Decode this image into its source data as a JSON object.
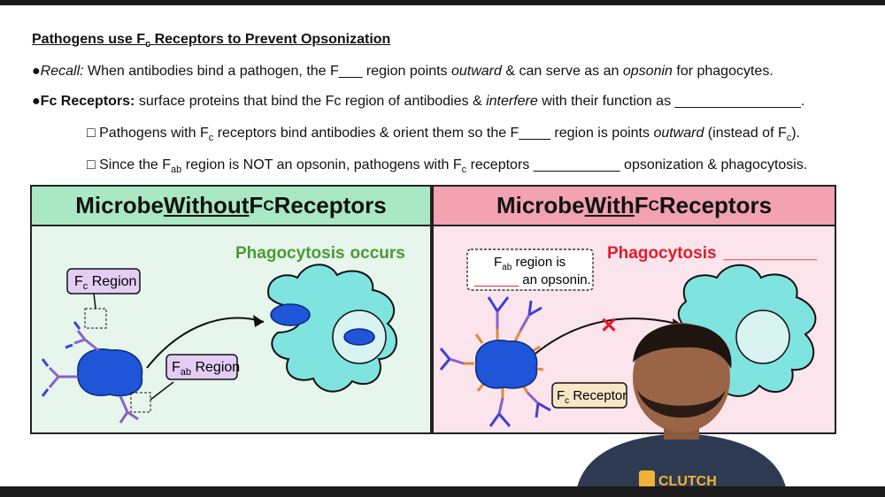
{
  "header": {
    "title_a": "Pathogens use F",
    "title_sub": "c",
    "title_b": " Receptors to Prevent Opsonization"
  },
  "bullets": {
    "recall_bullet": "●",
    "recall_label": "Recall:",
    "recall_text_a": " When antibodies bind a pathogen, the F___ region points ",
    "recall_outward": "outward",
    "recall_text_b": " & can serve as an ",
    "recall_opsonin": "opsonin",
    "recall_text_c": " for phagocytes.",
    "fc_bullet": "●",
    "fc_label": "Fc Receptors:",
    "fc_text_a": " surface proteins that bind the Fc region of antibodies & ",
    "fc_interfere": "interfere",
    "fc_text_b": " with their function as ________________.",
    "sub1_box": "□",
    "sub1_a": " Pathogens with F",
    "sub1_sub": "c",
    "sub1_b": " receptors bind antibodies & orient them so the F____ region is points ",
    "sub1_outward": "outward",
    "sub1_c": " (instead of F",
    "sub1_sub2": "c",
    "sub1_d": ").",
    "sub2_box": "□",
    "sub2_a": " Since the F",
    "sub2_sub": "ab",
    "sub2_b": " region is NOT an opsonin, pathogens with F",
    "sub2_sub2": "c",
    "sub2_c": " receptors ___________ opsonization & phagocytosis."
  },
  "left_panel": {
    "title_a": "Microbe ",
    "title_u": "Without",
    "title_b": " F",
    "title_sub": "C",
    "title_c": " Receptors",
    "phago_a": "Phagocytosis",
    "phago_b": "occurs",
    "fc_label": "F",
    "fc_label_sub": "c",
    "fc_label_b": " Region",
    "fab_label": "F",
    "fab_label_sub": "ab",
    "fab_label_b": " Region"
  },
  "right_panel": {
    "title_a": "Microbe ",
    "title_u": "With",
    "title_b": " F",
    "title_sub": "C",
    "title_c": " Receptors",
    "phago": "Phagocytosis",
    "phago_blank": "__________",
    "note_line1_a": "F",
    "note_line1_sub": "ab",
    "note_line1_b": " region is",
    "note_line2_blank": "______",
    "note_line2_b": " an opsonin.",
    "receptor_label": "F",
    "receptor_label_sub": "c",
    "receptor_label_b": " Receptor",
    "blocked_mark": "✕"
  },
  "presenter": {
    "shirt_logo_text": "CLUTCH"
  },
  "colors": {
    "left_header": "#a9e8c2",
    "left_body": "#e6f6ec",
    "right_header": "#f2a2b1",
    "right_body": "#fbe4ec",
    "phagocyte": "#7fe3df",
    "microbe": "#1f55d8",
    "phago_green": "#4a9a32",
    "phago_red": "#e01d2b",
    "label_purple": "#e3cdf5"
  }
}
